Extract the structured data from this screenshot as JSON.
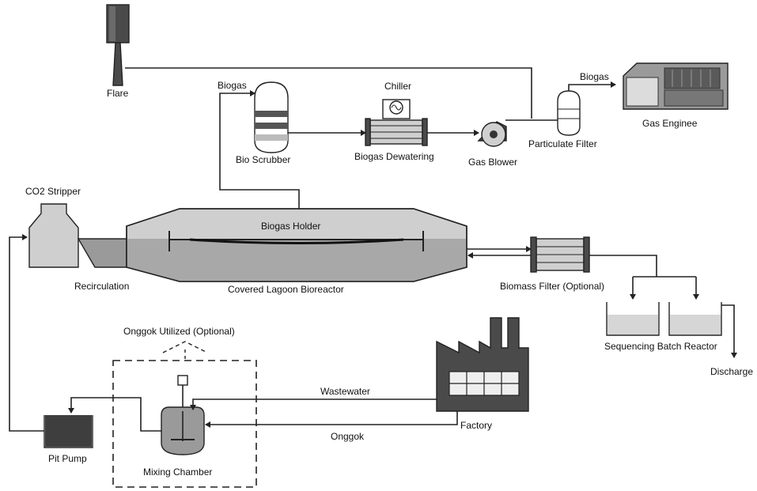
{
  "labels": {
    "flare": "Flare",
    "biogas_top": "Biogas",
    "chiller": "Chiller",
    "biogas_right": "Biogas",
    "gas_engine": "Gas Enginee",
    "bio_scrubber": "Bio Scrubber",
    "biogas_dewatering": "Biogas Dewatering",
    "gas_blower": "Gas Blower",
    "particulate_filter": "Particulate Filter",
    "co2_stripper": "CO2 Stripper",
    "biogas_holder": "Biogas Holder",
    "recirculation": "Recirculation",
    "covered_lagoon": "Covered Lagoon Bioreactor",
    "biomass_filter": "Biomass Filter (Optional)",
    "sequencing_batch_reactor": "Sequencing Batch Reactor",
    "discharge": "Discharge",
    "onggok_utilized": "Onggok Utilized (Optional)",
    "wastewater": "Wastewater",
    "factory": "Factory",
    "onggok": "Onggok",
    "pit_pump": "Pit Pump",
    "mixing_chamber": "Mixing Chamber"
  }
}
